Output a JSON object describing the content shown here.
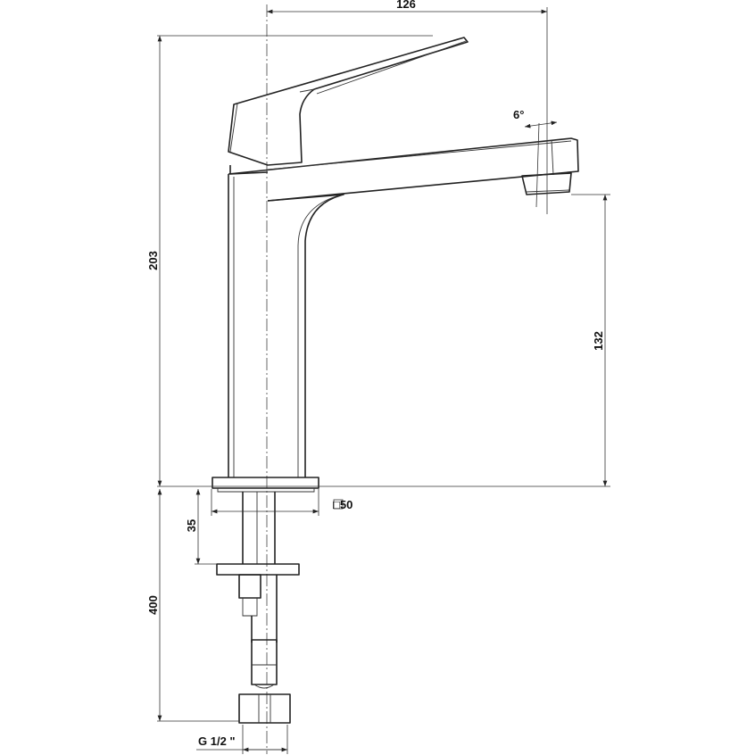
{
  "title": "Faucet dimension drawing",
  "dimensions": {
    "spout_reach": "126",
    "total_height": "203",
    "spout_angle": "6°",
    "spout_height": "132",
    "base_square": "□50",
    "mount_depth": "35",
    "hose_length": "400",
    "connection": "G 1/2 \""
  }
}
